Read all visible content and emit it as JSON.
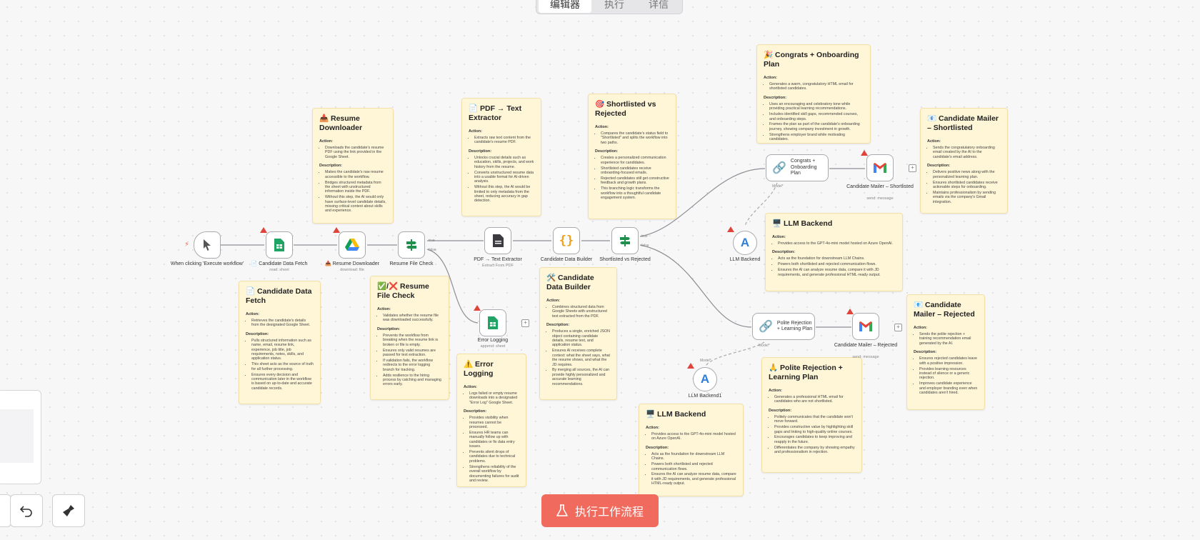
{
  "tabs": [
    {
      "label": "编辑器",
      "active": true
    },
    {
      "label": "执行",
      "active": false
    },
    {
      "label": "详信",
      "active": false
    }
  ],
  "run_button": {
    "label": "执行工作流程"
  },
  "nodes": [
    {
      "id": "trigger",
      "label": "When clicking 'Execute workflow'",
      "sub": "",
      "icon": "cursor-icon",
      "kind": "trigger",
      "warn": false
    },
    {
      "id": "fetch",
      "label": "📄 Candidate Data Fetch",
      "sub": "read: sheet",
      "icon": "sheets-icon",
      "kind": "square",
      "warn": true
    },
    {
      "id": "downloader",
      "label": "📥 Resume Downloader",
      "sub": "download: file",
      "icon": "drive-icon",
      "kind": "square",
      "warn": true
    },
    {
      "id": "filecheck",
      "label": "Resume File Check",
      "sub": "",
      "icon": "switch-icon",
      "kind": "square",
      "warn": false
    },
    {
      "id": "errorlog",
      "label": "Error Logging",
      "sub": "append: sheet",
      "icon": "sheets-icon",
      "kind": "square",
      "warn": true
    },
    {
      "id": "pdf",
      "label": "PDF → Text Extractor",
      "sub": "Extract From PDF",
      "icon": "pdf-icon",
      "kind": "square",
      "warn": false
    },
    {
      "id": "builder",
      "label": "Candidate Data Builder",
      "sub": "",
      "icon": "braces-icon",
      "kind": "square",
      "warn": false
    },
    {
      "id": "shortlisted",
      "label": "Shortlisted vs Rejected",
      "sub": "",
      "icon": "switch-icon",
      "kind": "square",
      "warn": false
    },
    {
      "id": "congrats",
      "label": "Congrats + Onboarding Plan",
      "sub": "",
      "icon": "chain-icon",
      "kind": "wide",
      "warn": false
    },
    {
      "id": "mailer_s",
      "label": "Candidate Mailer – Shortlisted",
      "sub": "send: message",
      "icon": "gmail-icon",
      "kind": "square",
      "warn": true
    },
    {
      "id": "llm1",
      "label": "LLM Backend",
      "sub": "",
      "icon": "azure-icon",
      "kind": "circle",
      "warn": true
    },
    {
      "id": "polite",
      "label": "Polite Rejection + Learning Plan",
      "sub": "",
      "icon": "chain-icon",
      "kind": "wide",
      "warn": false
    },
    {
      "id": "mailer_r",
      "label": "Candidate Mailer – Rejected",
      "sub": "send: message",
      "icon": "gmail-icon",
      "kind": "square",
      "warn": true
    },
    {
      "id": "llm2",
      "label": "LLM Backend1",
      "sub": "",
      "icon": "azure-icon",
      "kind": "circle",
      "warn": true
    }
  ],
  "port_labels": {
    "true": "true",
    "false": "false",
    "model": "Model*"
  },
  "notes": [
    {
      "id": "n_downloader",
      "title": "📥 Resume Downloader",
      "action": [
        "Downloads the candidate's resume PDF using the link provided in the Google Sheet."
      ],
      "description": [
        "Makes the candidate's raw resume accessible to the workflow.",
        "Bridges structured metadata from the sheet with unstructured information inside the PDF.",
        "Without this step, the AI would only have surface-level candidate details, missing critical context about skills and experience."
      ]
    },
    {
      "id": "n_fetch",
      "title": "📄 Candidate Data Fetch",
      "action": [
        "Retrieves the candidate's details from the designated Google Sheet."
      ],
      "description": [
        "Pulls structured information such as name, email, resume link, experience, job title, job requirements, notes, skills, and application status.",
        "This sheet acts as the source of truth for all further processing.",
        "Ensures every decision and communication later in the workflow is based on up-to-date and accurate candidate records."
      ]
    },
    {
      "id": "n_filecheck",
      "title": "✅/❌ Resume File Check",
      "action": [
        "Validates whether the resume file was downloaded successfully."
      ],
      "description": [
        "Prevents the workflow from breaking when the resume link is broken or file is empty.",
        "Ensures only valid resumes are passed for text extraction.",
        "If validation fails, the workflow redirects to the error logging branch for tracking.",
        "Adds resilience to the hiring process by catching and managing errors early."
      ]
    },
    {
      "id": "n_pdf",
      "title": "📄 PDF → Text Extractor",
      "action": [
        "Extracts raw text content from the candidate's resume PDF."
      ],
      "description": [
        "Unlocks crucial details such as education, skills, projects, and work history from the resume.",
        "Converts unstructured resume data into a usable format for AI-driven analysis.",
        "Without this step, the AI would be limited to only metadata from the sheet, reducing accuracy in gap detection."
      ]
    },
    {
      "id": "n_errorlog",
      "title": "⚠️ Error Logging",
      "action": [
        "Logs failed or empty resume downloads into a designated \"Error Log\" Google Sheet."
      ],
      "description": [
        "Provides visibility when resumes cannot be processed.",
        "Ensures HR teams can manually follow up with candidates or fix data entry issues.",
        "Prevents silent drops of candidates due to technical problems.",
        "Strengthens reliability of the overall workflow by documenting failures for audit and review."
      ]
    },
    {
      "id": "n_shortlisted",
      "title": "🎯 Shortlisted vs Rejected",
      "action": [
        "Compares the candidate's status field to \"Shortlisted\" and splits the workflow into two paths."
      ],
      "description": [
        "Creates a personalized communication experience for candidates.",
        "Shortlisted candidates receive onboarding-focused emails.",
        "Rejected candidates still get constructive feedback and growth plans.",
        "This branching logic transforms the workflow into a thoughtful candidate engagement system."
      ]
    },
    {
      "id": "n_builder",
      "title": "🛠️ Candidate Data Builder",
      "action": [
        "Combines structured data from Google Sheets with unstructured text extracted from the PDF."
      ],
      "description": [
        "Produces a single, enriched JSON object containing candidate details, resume text, and application status.",
        "Ensures AI receives complete context: what the sheet says, what the resume shows, and what the JD requires.",
        "By merging all sources, the AI can provide highly personalized and accurate learning recommendations."
      ]
    },
    {
      "id": "n_congrats",
      "title": "🎉 Congrats + Onboarding Plan",
      "action": [
        "Generates a warm, congratulatory HTML email for shortlisted candidates."
      ],
      "description": [
        "Uses an encouraging and celebratory tone while providing practical learning recommendations.",
        "Includes identified skill gaps, recommended courses, and onboarding steps.",
        "Frames the plan as part of the candidate's onboarding journey, showing company investment in growth.",
        "Strengthens employer brand while motivating candidates."
      ]
    },
    {
      "id": "n_mailer_s",
      "title": "📧 Candidate Mailer – Shortlisted",
      "action": [
        "Sends the congratulatory onboarding email created by the AI to the candidate's email address."
      ],
      "description": [
        "Delivers positive news along with the personalized learning plan.",
        "Ensures shortlisted candidates receive actionable steps for onboarding.",
        "Maintains professionalism by sending emails via the company's Gmail integration."
      ]
    },
    {
      "id": "n_llm1",
      "title": "🖥️ LLM Backend",
      "action": [
        "Provides access to the GPT-4o-mini model hosted on Azure OpenAI."
      ],
      "description": [
        "Acts as the foundation for downstream LLM Chains.",
        "Powers both shortlisted and rejected communication flows.",
        "Ensures the AI can analyze resume data, compare it with JD requirements, and generate professional HTML-ready output."
      ]
    },
    {
      "id": "n_mailer_r",
      "title": "📧 Candidate Mailer – Rejected",
      "action": [
        "Sends the polite rejection + training recommendation email generated by the AI."
      ],
      "description": [
        "Ensures rejected candidates leave with a positive impression.",
        "Provides learning resources instead of silence or a generic rejection.",
        "Improves candidate experience and employer branding even when candidates aren't hired."
      ]
    },
    {
      "id": "n_polite",
      "title": "🙏 Polite Rejection + Learning Plan",
      "action": [
        "Generates a professional HTML email for candidates who are not shortlisted."
      ],
      "description": [
        "Politely communicates that the candidate won't move forward.",
        "Provides constructive value by highlighting skill gaps and linking to high-quality online courses.",
        "Encourages candidates to keep improving and reapply in the future.",
        "Differentiates the company by showing empathy and professionalism in rejection."
      ]
    },
    {
      "id": "n_llm2",
      "title": "🖥️ LLM Backend",
      "action": [
        "Provides access to the GPT-4o-mini model hosted on Azure OpenAI."
      ],
      "description": [
        "Acts as the foundation for downstream LLM Chains.",
        "Powers both shortlisted and rejected communication flows.",
        "Ensures the AI can analyze resume data, compare it with JD requirements, and generate professional HTML-ready output."
      ]
    }
  ],
  "note_sections": {
    "action": "Action:",
    "description": "Description:"
  },
  "colors": {
    "accent": "#f06a5d",
    "note_bg": "#fff6d8",
    "warn": "#e0433a",
    "edge": "#8e8e94"
  }
}
